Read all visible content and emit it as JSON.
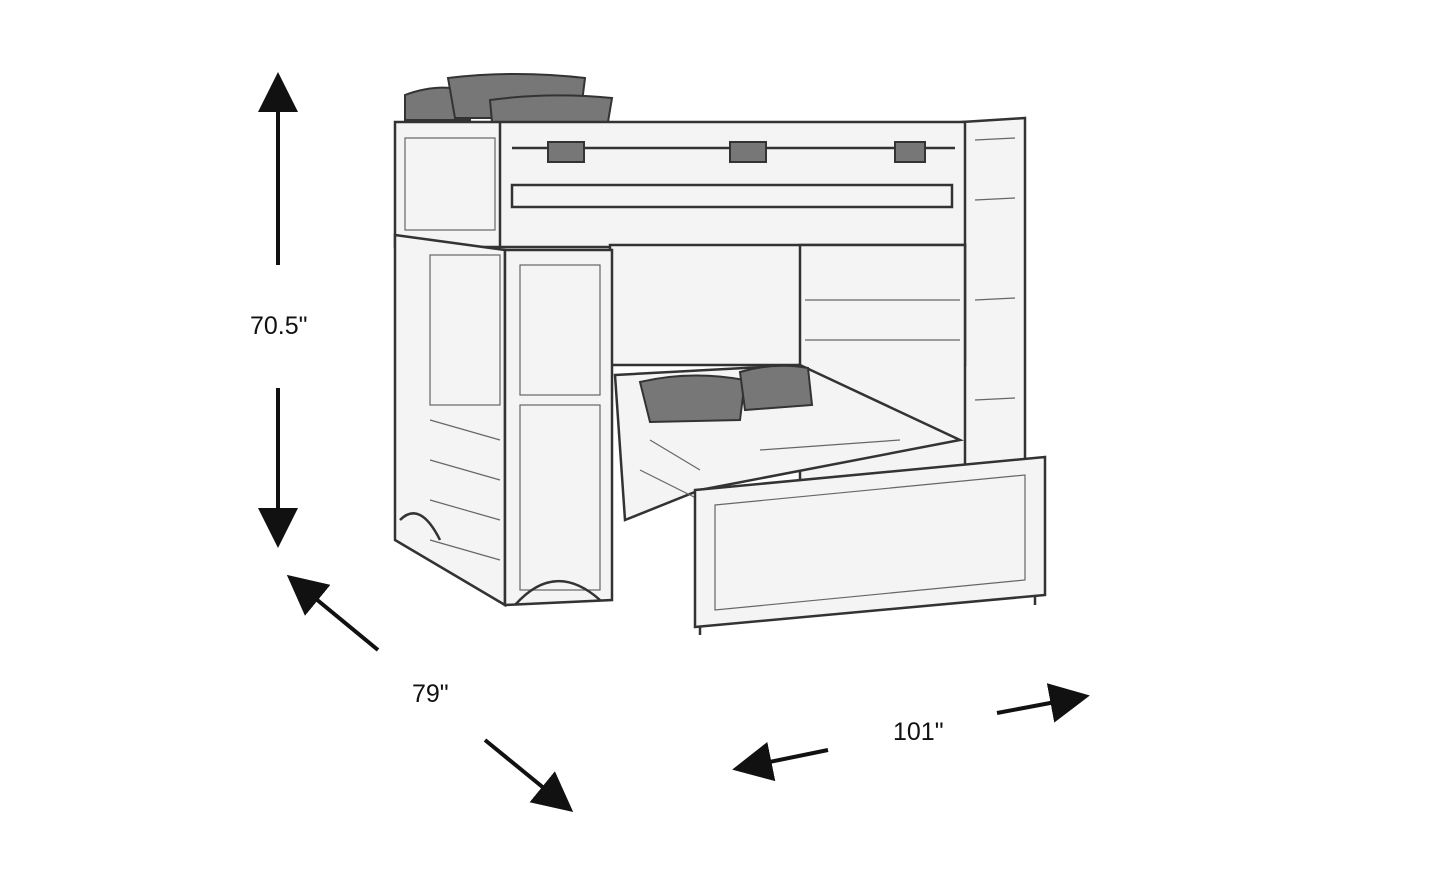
{
  "dimensions": {
    "height": "70.5\"",
    "depth": "79\"",
    "width": "101\""
  },
  "colors": {
    "line": "#111111",
    "background": "#ffffff"
  }
}
